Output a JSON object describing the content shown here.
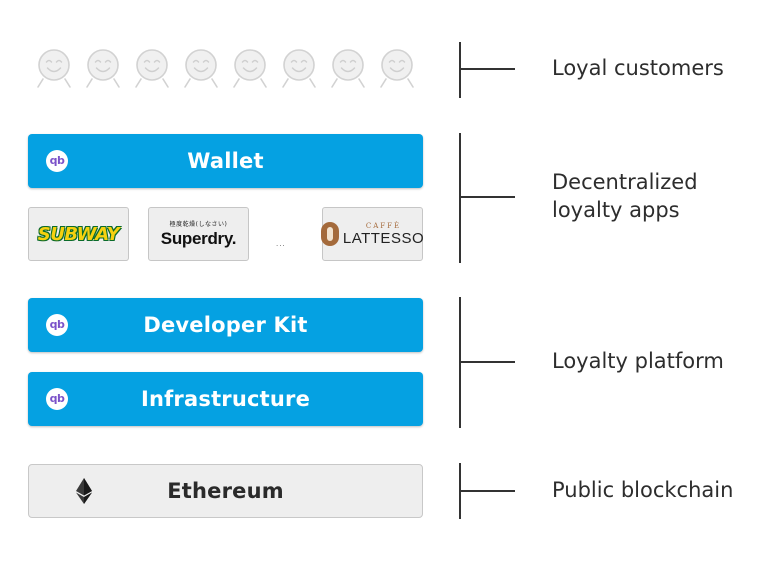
{
  "customers": {
    "count": 8
  },
  "bars": {
    "wallet": "Wallet",
    "developer_kit": "Developer Kit",
    "infrastructure": "Infrastructure",
    "ethereum": "Ethereum",
    "qb_badge": "qb"
  },
  "brands": {
    "subway": "SUBWAY",
    "superdry_tagline": "極度乾燥(しなさい)",
    "superdry": "Superdry.",
    "ellipsis": "...",
    "lattesso_top": "CAFFÈ",
    "lattesso": "LATTESSO"
  },
  "labels": {
    "loyal_customers": "Loyal customers",
    "decentralized_line1": "Decentralized",
    "decentralized_line2": "loyalty apps",
    "loyalty_platform": "Loyalty platform",
    "public_blockchain": "Public blockchain"
  },
  "colors": {
    "accent_blue": "#05a1e2",
    "grey_bar": "#eeeeee",
    "qb_purple": "#7b52c9"
  }
}
